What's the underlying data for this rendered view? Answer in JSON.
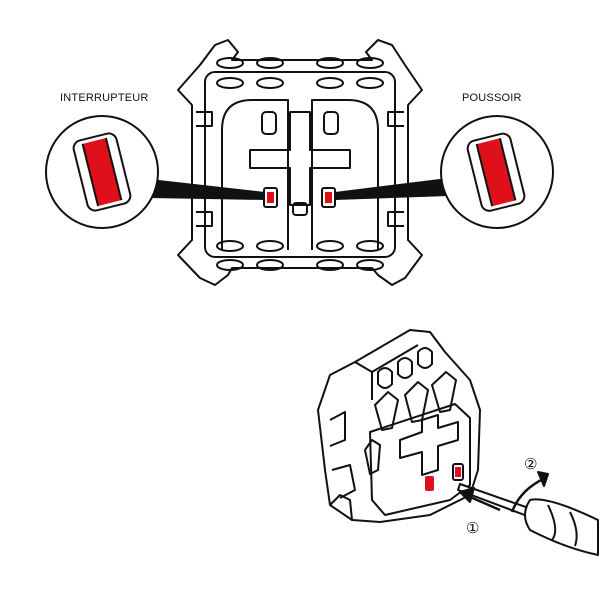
{
  "labels": {
    "left": "INTERRUPTEUR",
    "right": "POUSSOIR"
  },
  "steps": {
    "one": "①",
    "two": "②"
  },
  "colors": {
    "marker_red": "#e0101a",
    "line": "#111111"
  },
  "icons": {
    "switch_mechanism": "switch-mechanism-icon",
    "screwdriver": "screwdriver-icon"
  }
}
